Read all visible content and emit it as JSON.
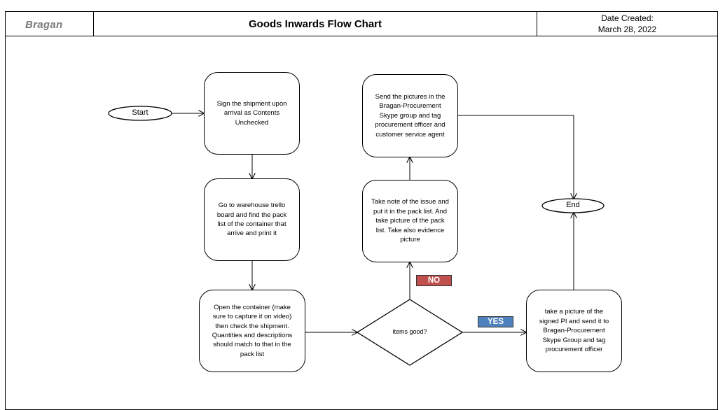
{
  "header": {
    "logo": "Bragan",
    "title": "Goods Inwards Flow Chart",
    "date_label": "Date Created:",
    "date_value": "March 28, 2022"
  },
  "flow": {
    "start": "Start",
    "end": "End",
    "decision": "items good?",
    "no_label": "NO",
    "yes_label": "YES",
    "steps": {
      "sign": "Sign the shipment upon arrival as Contents Unchecked",
      "warehouse": "Go to warehouse trello board and find the pack list of the container that arrive and print it",
      "open": "Open the container (make sure to capture it on video) then check the shipment. Quantities and descriptions should match to that in the pack list",
      "note": "Take note of the issue and put it in the pack list. And take picture of the pack list. Take also evidence picture",
      "send": "Send the pictures in the Bragan-Procurement Skype group and tag procurement officer and customer service agent",
      "picture": "take a picture of the signed PI and send it to Bragan-Procurement Skype Group and tag procurement officer"
    }
  },
  "colors": {
    "no_badge": "#c0504d",
    "yes_badge": "#4f81bd"
  }
}
